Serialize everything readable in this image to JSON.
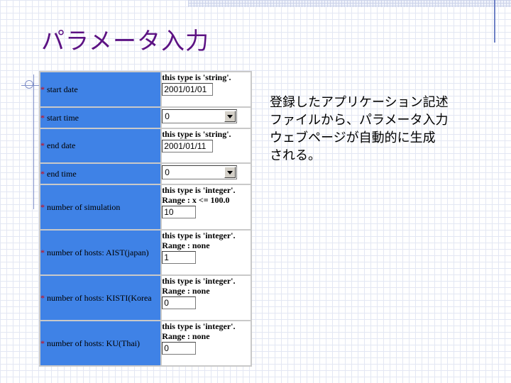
{
  "slide": {
    "title": "パラメータ入力",
    "description_lines": [
      "登録したアプリケーション記述",
      "ファイルから、パラメータ入力",
      "ウェブページが自動的に生成",
      "される。"
    ]
  },
  "form": {
    "required_marker": "*",
    "rows": [
      {
        "label": "start date",
        "hint": [
          "this type is 'string'."
        ],
        "value": "2001/01/01"
      },
      {
        "label": "start time",
        "value": "0"
      },
      {
        "label": "end date",
        "hint": [
          "this type is 'string'."
        ],
        "value": "2001/01/11"
      },
      {
        "label": "end time",
        "value": "0"
      },
      {
        "label": "number of simulation",
        "hint": [
          "this type is 'integer'.",
          "Range : x <= 100.0"
        ],
        "value": "10"
      },
      {
        "label": "number of hosts: AIST(japan)",
        "hint": [
          "this type is 'integer'.",
          "Range : none"
        ],
        "value": "1"
      },
      {
        "label": "number of hosts: KISTI(Korea",
        "hint": [
          "this type is 'integer'.",
          "Range : none"
        ],
        "value": "0"
      },
      {
        "label": "number of hosts: KU(Thai)",
        "hint": [
          "this type is 'integer'.",
          "Range : none"
        ],
        "value": "0"
      }
    ]
  },
  "colors": {
    "title": "#5c1283",
    "label_cell": "#3f82e6",
    "required_marker": "#e00000"
  },
  "icons": {
    "select_arrow": "chevron-down-icon",
    "bullet_mark": "circle-crosshair-icon"
  }
}
